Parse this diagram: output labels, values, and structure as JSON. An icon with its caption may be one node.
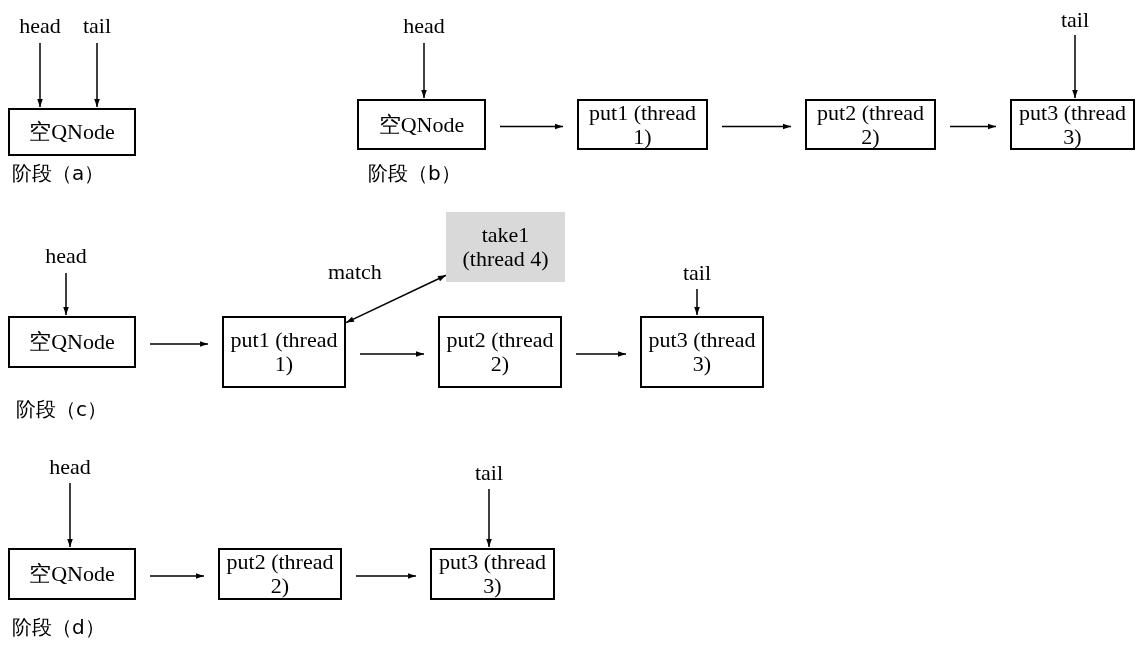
{
  "diagram": {
    "nodes": [
      {
        "text": [
          "head"
        ]
      },
      {
        "text": [
          "tail"
        ]
      },
      {
        "text": [
          "空QNode"
        ]
      },
      {
        "text": [
          "head"
        ]
      },
      {
        "text": [
          "tail"
        ]
      },
      {
        "text": [
          "空QNode"
        ]
      },
      {
        "text": [
          "put1 (thread 1)"
        ]
      },
      {
        "text": [
          "put2 (thread 2)"
        ]
      },
      {
        "text": [
          "put3 (thread 3)"
        ]
      },
      {
        "text": [
          "take1 (thread 4)"
        ]
      },
      {
        "text": [
          "head"
        ]
      },
      {
        "text": [
          "tail"
        ]
      },
      {
        "text": [
          "空QNode"
        ]
      },
      {
        "text": [
          "put1 (thread 1)"
        ]
      },
      {
        "text": [
          "put2 (thread 2)"
        ]
      },
      {
        "text": [
          "put3 (thread 3)"
        ]
      },
      {
        "text": [
          "head"
        ]
      },
      {
        "text": [
          "tail"
        ]
      },
      {
        "text": [
          "空QNode"
        ]
      },
      {
        "text": [
          "put2 (thread 2)"
        ]
      },
      {
        "text": [
          "put3 (thread 3)"
        ]
      }
    ],
    "edges": [
      {
        "from": 0,
        "to": 2,
        "arrow": "to"
      },
      {
        "from": 1,
        "to": 2,
        "arrow": "to"
      },
      {
        "from": 3,
        "to": 5,
        "arrow": "to"
      },
      {
        "from": 4,
        "to": 8,
        "arrow": "to"
      },
      {
        "from": 5,
        "to": 6,
        "arrow": "to"
      },
      {
        "from": 6,
        "to": 7,
        "arrow": "to"
      },
      {
        "from": 7,
        "to": 8,
        "arrow": "to"
      },
      {
        "from": 9,
        "to": 13,
        "label": "match",
        "arrow": "both"
      },
      {
        "from": 10,
        "to": 12,
        "arrow": "to"
      },
      {
        "from": 11,
        "to": 15,
        "arrow": "to"
      },
      {
        "from": 12,
        "to": 13,
        "arrow": "to"
      },
      {
        "from": 13,
        "to": 14,
        "arrow": "to"
      },
      {
        "from": 14,
        "to": 15,
        "arrow": "to"
      },
      {
        "from": 16,
        "to": 18,
        "arrow": "to"
      },
      {
        "from": 17,
        "to": 20,
        "arrow": "to"
      },
      {
        "from": 18,
        "to": 19,
        "arrow": "to"
      },
      {
        "from": 19,
        "to": 20,
        "arrow": "to"
      }
    ],
    "labels": [
      "阶段（a）",
      "阶段（b）",
      "阶段（c）",
      "阶段（d）"
    ]
  }
}
